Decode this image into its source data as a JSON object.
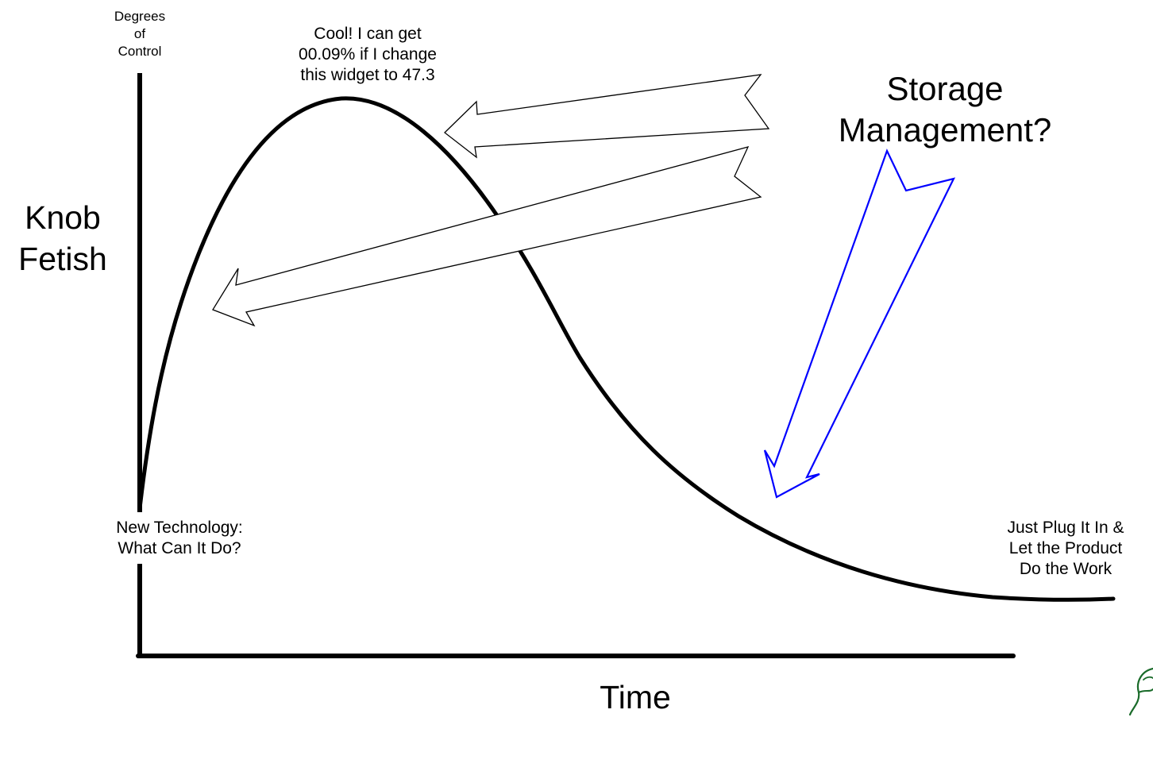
{
  "y_axis_label": [
    "Degrees",
    "of",
    "Control"
  ],
  "left_title": [
    "Knob",
    "Fetish"
  ],
  "x_axis_label": "Time",
  "peak_callout": [
    "Cool!  I can get",
    "00.09% if I change",
    "this widget to 47.3"
  ],
  "question_callout": [
    "Storage",
    "Management?"
  ],
  "start_label": [
    "New Technology:",
    "What Can It Do?"
  ],
  "end_label": [
    "Just Plug It In &",
    "Let the Product",
    "Do the Work"
  ],
  "colors": {
    "curve": "#000000",
    "axis": "#000000",
    "outline_arrows": "#000000",
    "question_arrow": "#0000ff",
    "logo": "#1a6b2a"
  }
}
